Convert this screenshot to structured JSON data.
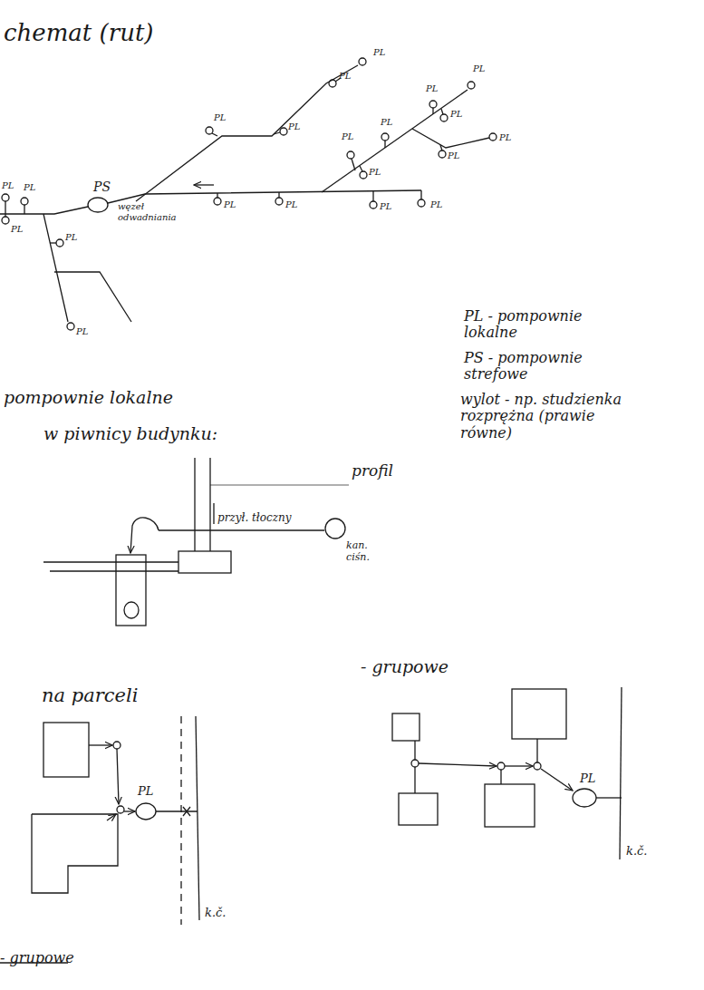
{
  "diagram": {
    "title": "chemat (rut)",
    "labels": [
      "PL",
      "PL",
      "PL",
      "PL",
      "PL",
      "PL",
      "PL",
      "PL",
      "PL",
      "PL",
      "PL",
      "PL",
      "PL",
      "PL",
      "PL",
      "PL",
      "PL",
      "PL",
      "PL",
      "PL",
      "PL",
      "PS",
      "węzeł odwadniania",
      "PL - pompownie lokalne",
      "PS - pompownie strefowe",
      "wylot - np. studzienka rozprężna (prawie równe)",
      "pompownie lokalne",
      "w piwnicy budynku:",
      "profil",
      "przył. tłoczny",
      "kan. ciśn.",
      "na parceli",
      "- grupowe",
      "PL",
      "k.č.",
      "PL",
      "k.č.",
      "- grupowe"
    ]
  }
}
